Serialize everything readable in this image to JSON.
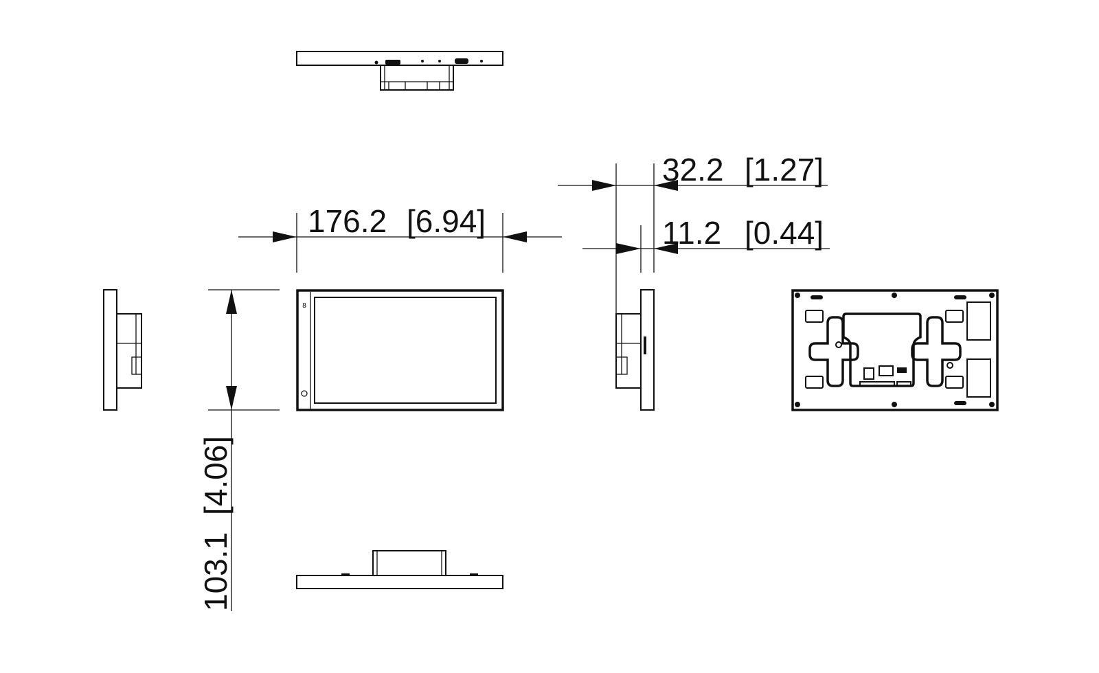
{
  "dimensions": {
    "width": {
      "mm": "176.2",
      "in": "[6.94]"
    },
    "height": {
      "mm": "103.1",
      "in": "[4.06]"
    },
    "depth_total": {
      "mm": "32.2",
      "in": "[1.27]"
    },
    "depth_panel": {
      "mm": "11.2",
      "in": "[0.44]"
    }
  },
  "front_mark": "8"
}
